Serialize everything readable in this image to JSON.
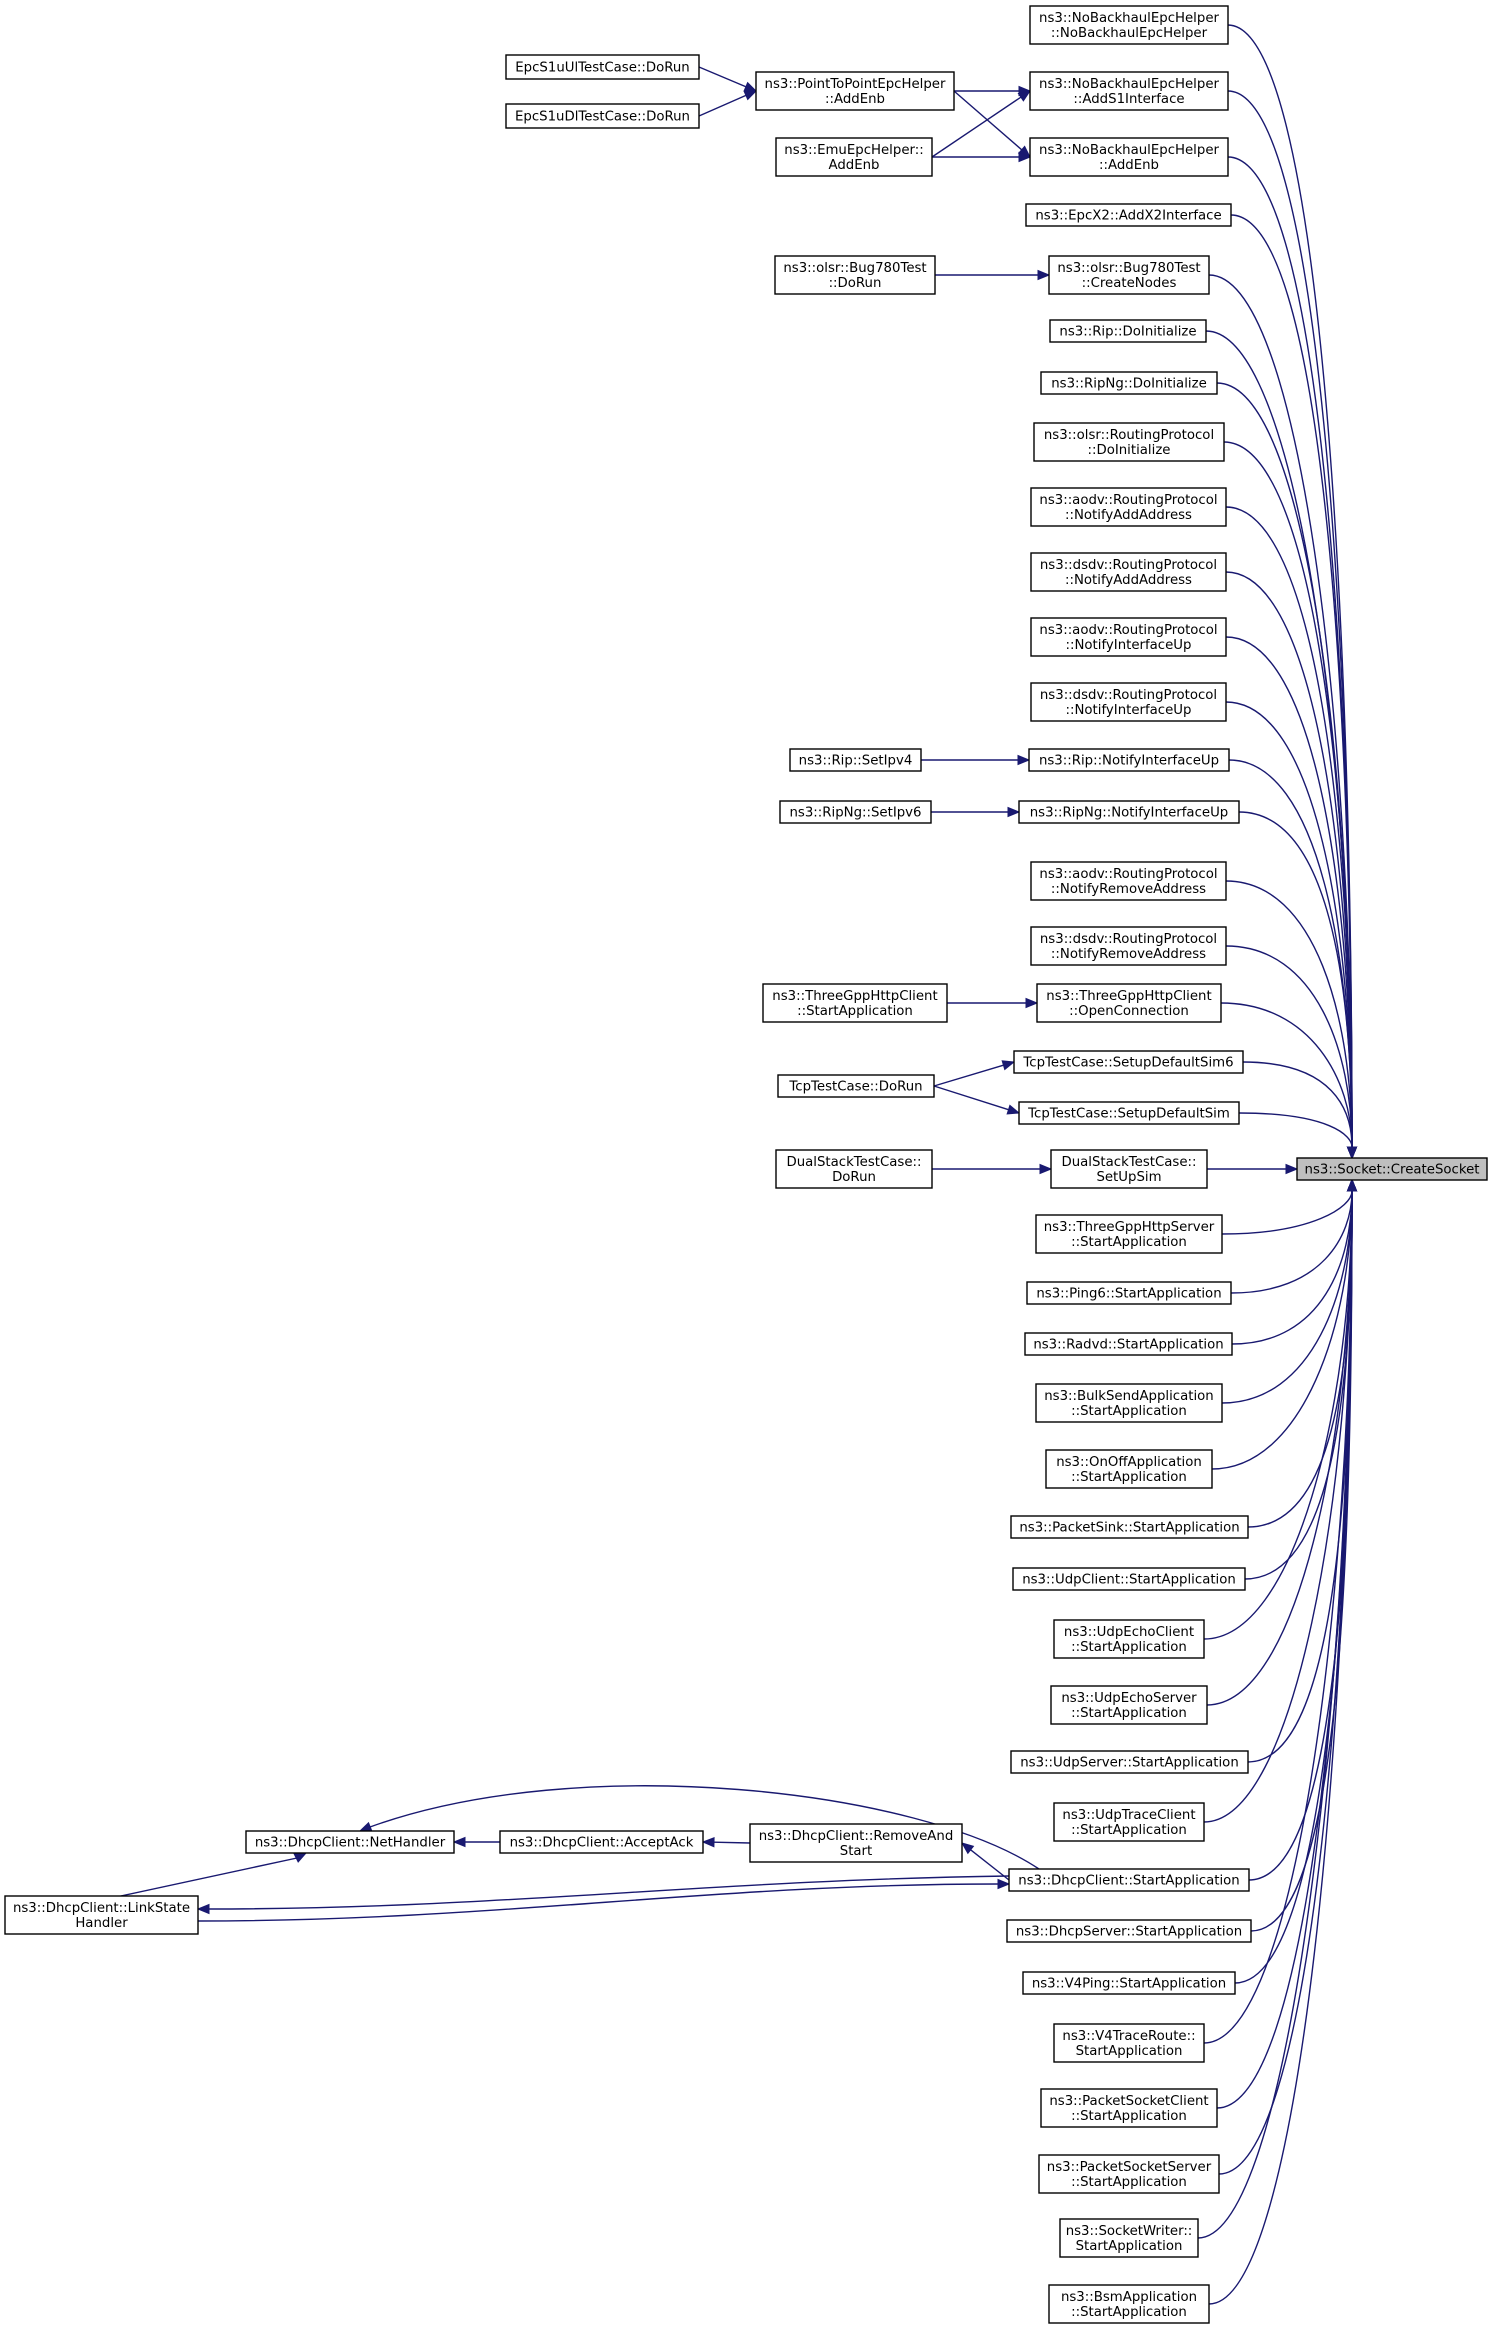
{
  "colors": {
    "edge": "#191970",
    "node_border": "#000000",
    "node_fill": "#ffffff",
    "focus_fill": "#bfbfbf",
    "background": "#ffffff"
  },
  "nodes": [
    {
      "id": "target",
      "lines": [
        "ns3::Socket::CreateSocket"
      ],
      "focus": true
    },
    {
      "id": "nobh_ctor",
      "lines": [
        "ns3::NoBackhaulEpcHelper",
        "::NoBackhaulEpcHelper"
      ]
    },
    {
      "id": "ep_ul",
      "lines": [
        "EpcS1uUlTestCase::DoRun"
      ]
    },
    {
      "id": "p2p_addenb",
      "lines": [
        "ns3::PointToPointEpcHelper",
        "::AddEnb"
      ]
    },
    {
      "id": "nobh_adds1",
      "lines": [
        "ns3::NoBackhaulEpcHelper",
        "::AddS1Interface"
      ]
    },
    {
      "id": "ep_dl",
      "lines": [
        "EpcS1uDlTestCase::DoRun"
      ]
    },
    {
      "id": "emu_addenb",
      "lines": [
        "ns3::EmuEpcHelper::",
        "AddEnb"
      ]
    },
    {
      "id": "nobh_addenb",
      "lines": [
        "ns3::NoBackhaulEpcHelper",
        "::AddEnb"
      ]
    },
    {
      "id": "epcx2",
      "lines": [
        "ns3::EpcX2::AddX2Interface"
      ]
    },
    {
      "id": "olsr_dorun",
      "lines": [
        "ns3::olsr::Bug780Test",
        "::DoRun"
      ]
    },
    {
      "id": "olsr_create",
      "lines": [
        "ns3::olsr::Bug780Test",
        "::CreateNodes"
      ]
    },
    {
      "id": "rip_doinit",
      "lines": [
        "ns3::Rip::DoInitialize"
      ]
    },
    {
      "id": "ripng_doinit",
      "lines": [
        "ns3::RipNg::DoInitialize"
      ]
    },
    {
      "id": "olsr_rp",
      "lines": [
        "ns3::olsr::RoutingProtocol",
        "::DoInitialize"
      ]
    },
    {
      "id": "aodv_addaddr",
      "lines": [
        "ns3::aodv::RoutingProtocol",
        "::NotifyAddAddress"
      ]
    },
    {
      "id": "dsdv_addaddr",
      "lines": [
        "ns3::dsdv::RoutingProtocol",
        "::NotifyAddAddress"
      ]
    },
    {
      "id": "aodv_ifup",
      "lines": [
        "ns3::aodv::RoutingProtocol",
        "::NotifyInterfaceUp"
      ]
    },
    {
      "id": "dsdv_ifup",
      "lines": [
        "ns3::dsdv::RoutingProtocol",
        "::NotifyInterfaceUp"
      ]
    },
    {
      "id": "rip_setipv4",
      "lines": [
        "ns3::Rip::SetIpv4"
      ]
    },
    {
      "id": "rip_ifup",
      "lines": [
        "ns3::Rip::NotifyInterfaceUp"
      ]
    },
    {
      "id": "ripng_setipv6",
      "lines": [
        "ns3::RipNg::SetIpv6"
      ]
    },
    {
      "id": "ripng_ifup",
      "lines": [
        "ns3::RipNg::NotifyInterfaceUp"
      ]
    },
    {
      "id": "aodv_rmaddr",
      "lines": [
        "ns3::aodv::RoutingProtocol",
        "::NotifyRemoveAddress"
      ]
    },
    {
      "id": "dsdv_rmaddr",
      "lines": [
        "ns3::dsdv::RoutingProtocol",
        "::NotifyRemoveAddress"
      ]
    },
    {
      "id": "http_client_start",
      "lines": [
        "ns3::ThreeGppHttpClient",
        "::StartApplication"
      ]
    },
    {
      "id": "http_open",
      "lines": [
        "ns3::ThreeGppHttpClient",
        "::OpenConnection"
      ]
    },
    {
      "id": "tcp_sim6",
      "lines": [
        "TcpTestCase::SetupDefaultSim6"
      ]
    },
    {
      "id": "tcp_dorun",
      "lines": [
        "TcpTestCase::DoRun"
      ]
    },
    {
      "id": "tcp_sim",
      "lines": [
        "TcpTestCase::SetupDefaultSim"
      ]
    },
    {
      "id": "dual_dorun",
      "lines": [
        "DualStackTestCase::",
        "DoRun"
      ]
    },
    {
      "id": "dual_setup",
      "lines": [
        "DualStackTestCase::",
        "SetUpSim"
      ]
    },
    {
      "id": "http_server",
      "lines": [
        "ns3::ThreeGppHttpServer",
        "::StartApplication"
      ]
    },
    {
      "id": "ping6",
      "lines": [
        "ns3::Ping6::StartApplication"
      ]
    },
    {
      "id": "radvd",
      "lines": [
        "ns3::Radvd::StartApplication"
      ]
    },
    {
      "id": "bulksend",
      "lines": [
        "ns3::BulkSendApplication",
        "::StartApplication"
      ]
    },
    {
      "id": "onoff",
      "lines": [
        "ns3::OnOffApplication",
        "::StartApplication"
      ]
    },
    {
      "id": "packetsink",
      "lines": [
        "ns3::PacketSink::StartApplication"
      ]
    },
    {
      "id": "udpclient",
      "lines": [
        "ns3::UdpClient::StartApplication"
      ]
    },
    {
      "id": "udpechoclient",
      "lines": [
        "ns3::UdpEchoClient",
        "::StartApplication"
      ]
    },
    {
      "id": "udpechoserver",
      "lines": [
        "ns3::UdpEchoServer",
        "::StartApplication"
      ]
    },
    {
      "id": "udpserver",
      "lines": [
        "ns3::UdpServer::StartApplication"
      ]
    },
    {
      "id": "udptrace",
      "lines": [
        "ns3::UdpTraceClient",
        "::StartApplication"
      ]
    },
    {
      "id": "dhcp_net",
      "lines": [
        "ns3::DhcpClient::NetHandler"
      ]
    },
    {
      "id": "dhcp_accept",
      "lines": [
        "ns3::DhcpClient::AcceptAck"
      ]
    },
    {
      "id": "dhcp_remove",
      "lines": [
        "ns3::DhcpClient::RemoveAnd",
        "Start"
      ]
    },
    {
      "id": "dhcp_link",
      "lines": [
        "ns3::DhcpClient::LinkState",
        "Handler"
      ]
    },
    {
      "id": "dhcp_start",
      "lines": [
        "ns3::DhcpClient::StartApplication"
      ]
    },
    {
      "id": "dhcpserver",
      "lines": [
        "ns3::DhcpServer::StartApplication"
      ]
    },
    {
      "id": "v4ping",
      "lines": [
        "ns3::V4Ping::StartApplication"
      ]
    },
    {
      "id": "v4trace",
      "lines": [
        "ns3::V4TraceRoute::",
        "StartApplication"
      ]
    },
    {
      "id": "pktsockclient",
      "lines": [
        "ns3::PacketSocketClient",
        "::StartApplication"
      ]
    },
    {
      "id": "pktsockserver",
      "lines": [
        "ns3::PacketSocketServer",
        "::StartApplication"
      ]
    },
    {
      "id": "sockwriter",
      "lines": [
        "ns3::SocketWriter::",
        "StartApplication"
      ]
    },
    {
      "id": "bsm",
      "lines": [
        "ns3::BsmApplication",
        "::StartApplication"
      ]
    }
  ],
  "edges": [
    [
      "nobh_ctor",
      "target"
    ],
    [
      "nobh_adds1",
      "target"
    ],
    [
      "nobh_addenb",
      "target"
    ],
    [
      "epcx2",
      "target"
    ],
    [
      "olsr_create",
      "target"
    ],
    [
      "rip_doinit",
      "target"
    ],
    [
      "ripng_doinit",
      "target"
    ],
    [
      "olsr_rp",
      "target"
    ],
    [
      "aodv_addaddr",
      "target"
    ],
    [
      "dsdv_addaddr",
      "target"
    ],
    [
      "aodv_ifup",
      "target"
    ],
    [
      "dsdv_ifup",
      "target"
    ],
    [
      "rip_ifup",
      "target"
    ],
    [
      "ripng_ifup",
      "target"
    ],
    [
      "aodv_rmaddr",
      "target"
    ],
    [
      "dsdv_rmaddr",
      "target"
    ],
    [
      "http_open",
      "target"
    ],
    [
      "tcp_sim6",
      "target"
    ],
    [
      "tcp_sim",
      "target"
    ],
    [
      "dual_setup",
      "target"
    ],
    [
      "http_server",
      "target"
    ],
    [
      "ping6",
      "target"
    ],
    [
      "radvd",
      "target"
    ],
    [
      "bulksend",
      "target"
    ],
    [
      "onoff",
      "target"
    ],
    [
      "packetsink",
      "target"
    ],
    [
      "udpclient",
      "target"
    ],
    [
      "udpechoclient",
      "target"
    ],
    [
      "udpechoserver",
      "target"
    ],
    [
      "udpserver",
      "target"
    ],
    [
      "udptrace",
      "target"
    ],
    [
      "dhcp_start",
      "target"
    ],
    [
      "dhcpserver",
      "target"
    ],
    [
      "v4ping",
      "target"
    ],
    [
      "v4trace",
      "target"
    ],
    [
      "pktsockclient",
      "target"
    ],
    [
      "pktsockserver",
      "target"
    ],
    [
      "sockwriter",
      "target"
    ],
    [
      "bsm",
      "target"
    ],
    [
      "p2p_addenb",
      "nobh_adds1"
    ],
    [
      "p2p_addenb",
      "nobh_addenb"
    ],
    [
      "emu_addenb",
      "nobh_adds1"
    ],
    [
      "emu_addenb",
      "nobh_addenb"
    ],
    [
      "ep_ul",
      "p2p_addenb"
    ],
    [
      "ep_dl",
      "p2p_addenb"
    ],
    [
      "olsr_dorun",
      "olsr_create"
    ],
    [
      "rip_setipv4",
      "rip_ifup"
    ],
    [
      "ripng_setipv6",
      "ripng_ifup"
    ],
    [
      "http_client_start",
      "http_open"
    ],
    [
      "tcp_dorun",
      "tcp_sim6"
    ],
    [
      "tcp_dorun",
      "tcp_sim"
    ],
    [
      "dual_dorun",
      "dual_setup"
    ],
    [
      "dhcp_accept",
      "dhcp_net"
    ],
    [
      "dhcp_remove",
      "dhcp_accept"
    ],
    [
      "dhcp_start",
      "dhcp_remove"
    ],
    [
      "dhcp_start",
      "dhcp_net"
    ],
    [
      "dhcp_start",
      "dhcp_link"
    ],
    [
      "dhcp_link",
      "dhcp_start"
    ],
    [
      "dhcp_link",
      "dhcp_net"
    ]
  ]
}
